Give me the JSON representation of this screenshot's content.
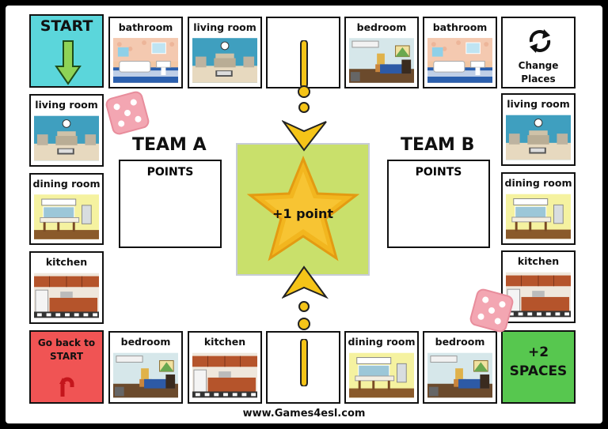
{
  "board": {
    "start": {
      "label": "START"
    },
    "go_back": {
      "label": "Go back to START"
    },
    "change_places": {
      "label": "Change Places"
    },
    "plus_two": {
      "label": "+2 SPACES"
    },
    "top_row": [
      "bathroom",
      "living room",
      "",
      "bedroom",
      "bathroom"
    ],
    "left_col": [
      "living room",
      "dining room",
      "kitchen"
    ],
    "right_col": [
      "living room",
      "dining room",
      "kitchen"
    ],
    "bottom_row": [
      "bedroom",
      "kitchen",
      "",
      "dining room",
      "bedroom"
    ],
    "team_a": {
      "name": "TEAM A",
      "points_label": "POINTS"
    },
    "team_b": {
      "name": "TEAM B",
      "points_label": "POINTS"
    },
    "center_star": {
      "label": "+1 point"
    },
    "footer": "www.Games4esl.com"
  },
  "colors": {
    "start": "#5bd6db",
    "go_back": "#f05454",
    "plus_two": "#57c74f",
    "center": "#c9e06b",
    "star": "#f2b61f",
    "dice": "#f3a6b2"
  }
}
